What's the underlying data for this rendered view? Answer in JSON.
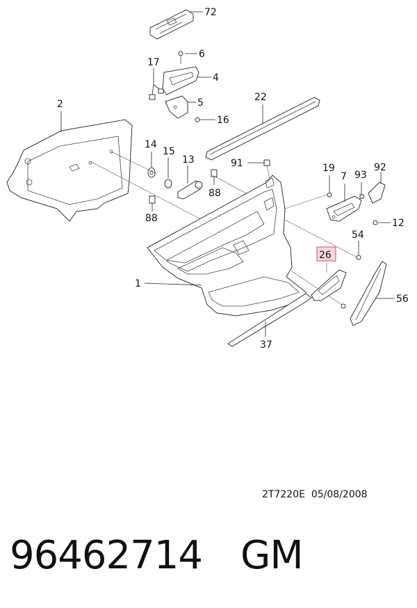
{
  "diagram": {
    "callouts": {
      "c72": "72",
      "c6": "6",
      "c17": "17",
      "c4": "4",
      "c5": "5",
      "c16": "16",
      "c2": "2",
      "c22": "22",
      "c14": "14",
      "c15": "15",
      "c13": "13",
      "c91": "91",
      "c19": "19",
      "c93": "93",
      "c92": "92",
      "c7": "7",
      "c88a": "88",
      "c88b": "88",
      "c12": "12",
      "c54": "54",
      "c26": "26",
      "c1": "1",
      "c56": "56",
      "c37": "37"
    },
    "highlight_color": "#d94a5a"
  },
  "footer": {
    "drawing_code": "2T7220E",
    "date": "05/08/2008",
    "part_number": "96462714",
    "brand": "GM"
  }
}
